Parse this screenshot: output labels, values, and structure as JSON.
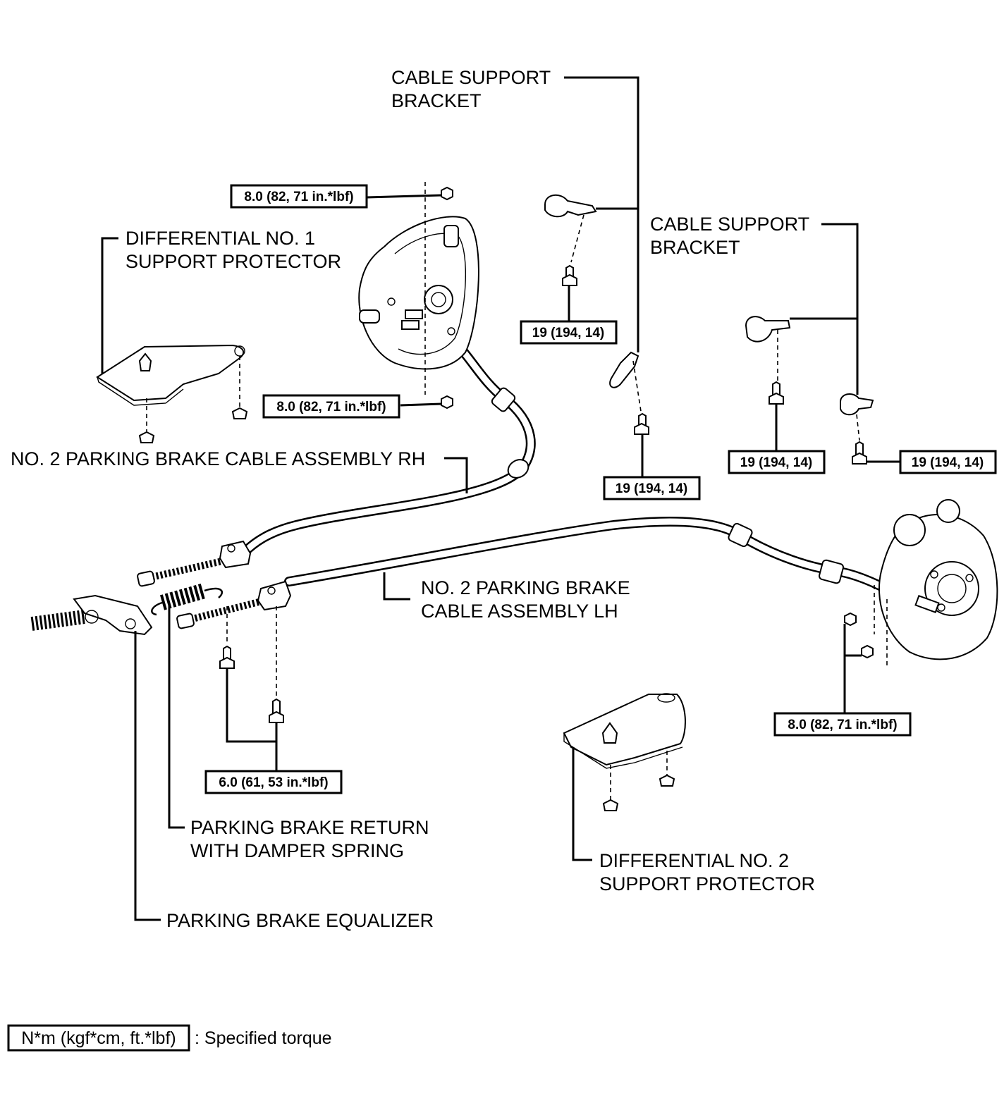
{
  "labels": {
    "cable_support_bracket_1": [
      "CABLE SUPPORT",
      "BRACKET"
    ],
    "cable_support_bracket_2": [
      "CABLE SUPPORT",
      "BRACKET"
    ],
    "diff_no1_protector": [
      "DIFFERENTIAL NO. 1",
      "SUPPORT PROTECTOR"
    ],
    "cable_rh": "NO. 2  PARKING BRAKE CABLE ASSEMBLY RH",
    "cable_lh": [
      "NO. 2 PARKING BRAKE",
      "CABLE ASSEMBLY LH"
    ],
    "return_spring": [
      "PARKING BRAKE RETURN",
      "WITH DAMPER SPRING"
    ],
    "diff_no2_protector": [
      "DIFFERENTIAL NO. 2",
      "SUPPORT PROTECTOR"
    ],
    "equalizer": "PARKING BRAKE EQUALIZER"
  },
  "torques": {
    "t_top_nut": "8.0 (82, 71 in.*lbf)",
    "t_mid_nut": "8.0 (82, 71 in.*lbf)",
    "t_bracket1_bolt": "19 (194, 14)",
    "t_bracket1_lower_bolt": "19 (194, 14)",
    "t_bracket2_bolt": "19 (194, 14)",
    "t_bracket2_side_bolt": "19 (194, 14)",
    "t_right_nut": "8.0 (82, 71 in.*lbf)",
    "t_lower_bolt": "6.0 (61, 53 in.*lbf)"
  },
  "legend": {
    "unit_box": "N*m (kgf*cm, ft.*lbf)",
    "text": ": Specified torque"
  }
}
